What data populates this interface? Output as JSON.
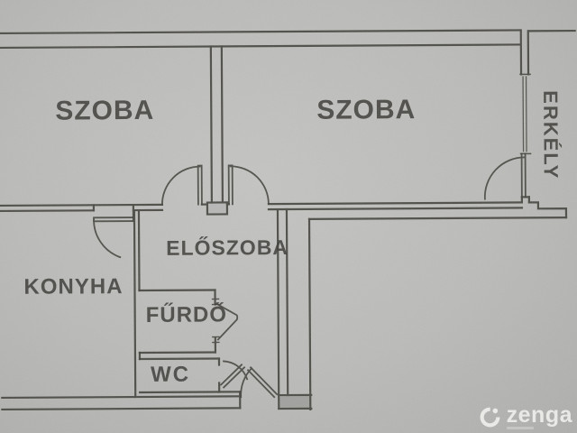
{
  "plan": {
    "rooms": [
      {
        "id": "szoba-left",
        "label": "SZOBA"
      },
      {
        "id": "szoba-right",
        "label": "SZOBA"
      },
      {
        "id": "erkely",
        "label": "ERKÉLY"
      },
      {
        "id": "eloszoba",
        "label": "ELŐSZOBA"
      },
      {
        "id": "konyha",
        "label": "KONYHA"
      },
      {
        "id": "furdo",
        "label": "FŰRDŐ"
      },
      {
        "id": "wc",
        "label": "WC"
      }
    ]
  },
  "watermark": {
    "brand": "zenga"
  },
  "colors": {
    "paper": "#bcbcba",
    "ink": "#46453f",
    "label_ink": "#403f3b",
    "watermark_text": "#f8f8f6"
  }
}
